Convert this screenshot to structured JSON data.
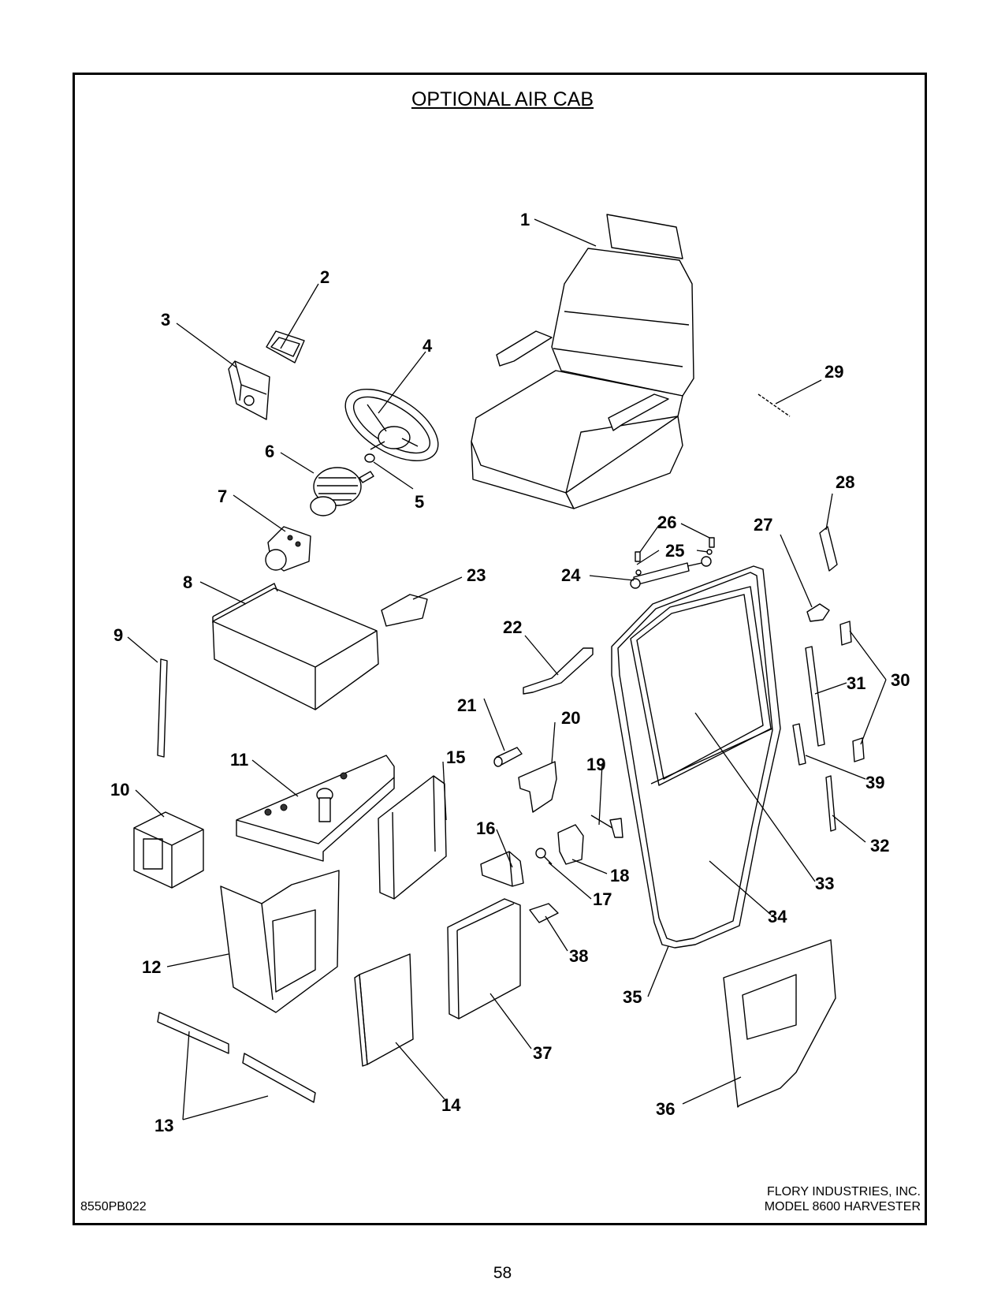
{
  "title": "OPTIONAL AIR CAB",
  "drawing_number": "8550PB022",
  "company_line1": "FLORY INDUSTRIES, INC.",
  "company_line2": "MODEL 8600 HARVESTER",
  "page_number": "58",
  "callouts": [
    "1",
    "2",
    "3",
    "4",
    "5",
    "6",
    "7",
    "8",
    "9",
    "10",
    "11",
    "12",
    "13",
    "14",
    "15",
    "16",
    "17",
    "18",
    "19",
    "20",
    "21",
    "22",
    "23",
    "24",
    "25",
    "26",
    "27",
    "28",
    "29",
    "30",
    "31",
    "32",
    "33",
    "34",
    "35",
    "36",
    "37",
    "38",
    "39"
  ]
}
